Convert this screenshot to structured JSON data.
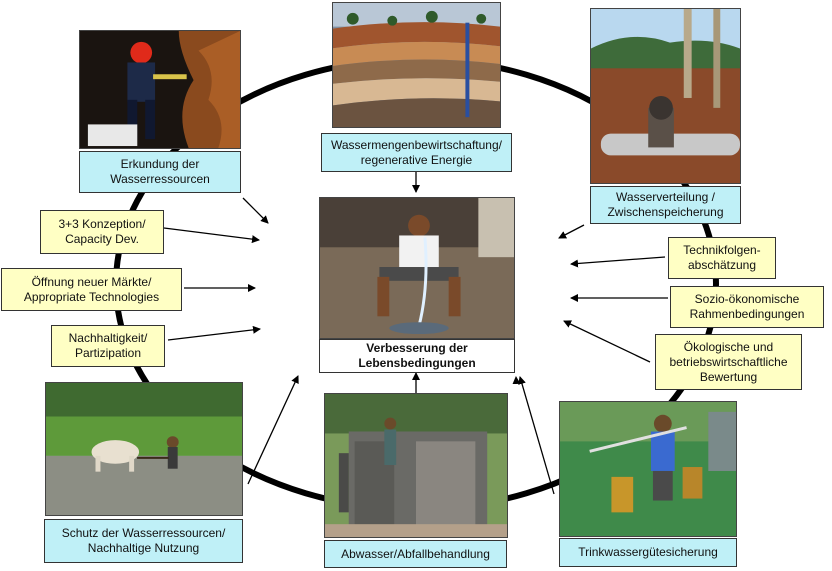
{
  "center": {
    "label": "Verbesserung der Lebensbedingungen"
  },
  "nodes": {
    "erkundung": "Erkundung der Wasserressourcen",
    "wassermengen": "Wassermengenbewirtschaftung/ regenerative Energie",
    "wasserverteilung": "Wasserverteilung / Zwischenspeicherung",
    "schutz": "Schutz der Wasserressourcen/ Nachhaltige Nutzung",
    "abwasser": "Abwasser/Abfallbehandlung",
    "trinkwasser": "Trinkwassergütesicherung"
  },
  "factors_left": {
    "konzeption": "3+3 Konzeption/ Capacity Dev.",
    "maerkte": "Öffnung neuer Märkte/ Appropriate Technologies",
    "nachhaltigkeit": "Nachhaltigkeit/ Partizipation"
  },
  "factors_right": {
    "technikfolgen": "Technikfolgen-abschätzung",
    "sozio": "Sozio-ökonomische Rahmenbedingungen",
    "oekologisch": "Ökologische und betriebswirtschaftliche Bewertung"
  },
  "colors": {
    "node_fill": "#bff0f7",
    "factor_fill": "#ffffc4",
    "ring": "#000000"
  },
  "photos": [
    "cave-explorer-photo",
    "geology-model-photo",
    "pipe-valve-photo",
    "man-drinking-water-photo",
    "rice-field-ox-photo",
    "wastewater-tank-photo",
    "water-sampling-photo"
  ]
}
